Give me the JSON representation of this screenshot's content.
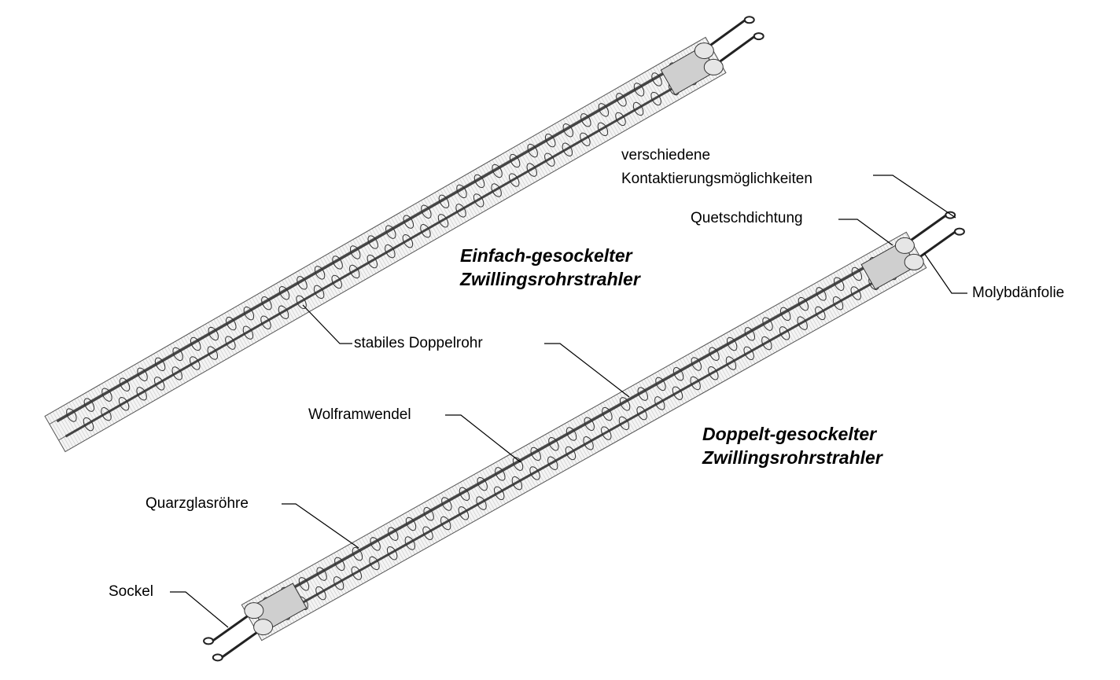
{
  "titles": {
    "single_ended": [
      "Einfach-gesockelter",
      "Zwillingsrohrstrahler"
    ],
    "double_ended": [
      "Doppelt-gesockelter",
      "Zwillingsrohrstrahler"
    ]
  },
  "labels": {
    "contacts": [
      "verschiedene",
      "Kontaktierungsmöglichkeiten"
    ],
    "pinch_seal": "Quetschdichtung",
    "molybdenum_foil": "Molybdänfolie",
    "twin_tube": "stabiles Doppelrohr",
    "tungsten_filament": "Wolframwendel",
    "quartz_tube": "Quarzglasröhre",
    "base": "Sockel"
  }
}
